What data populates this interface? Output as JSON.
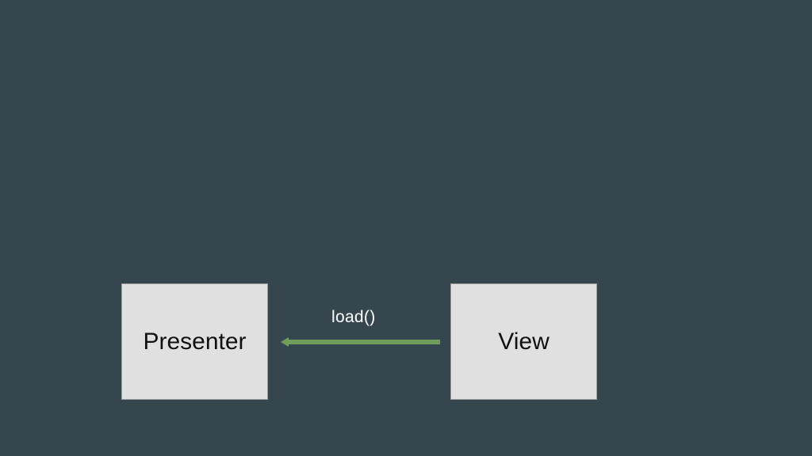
{
  "slide": {
    "background_color": "#36464f"
  },
  "nodes": {
    "presenter": {
      "label": "Presenter"
    },
    "view": {
      "label": "View"
    }
  },
  "edges": [
    {
      "from": "View",
      "to": "Presenter",
      "label": "load()",
      "color": "#6e9e5a"
    }
  ],
  "colors": {
    "box_fill": "#e0e0e0",
    "box_border": "#9e9e9e",
    "box_text": "#111111",
    "label_text": "#ffffff"
  }
}
